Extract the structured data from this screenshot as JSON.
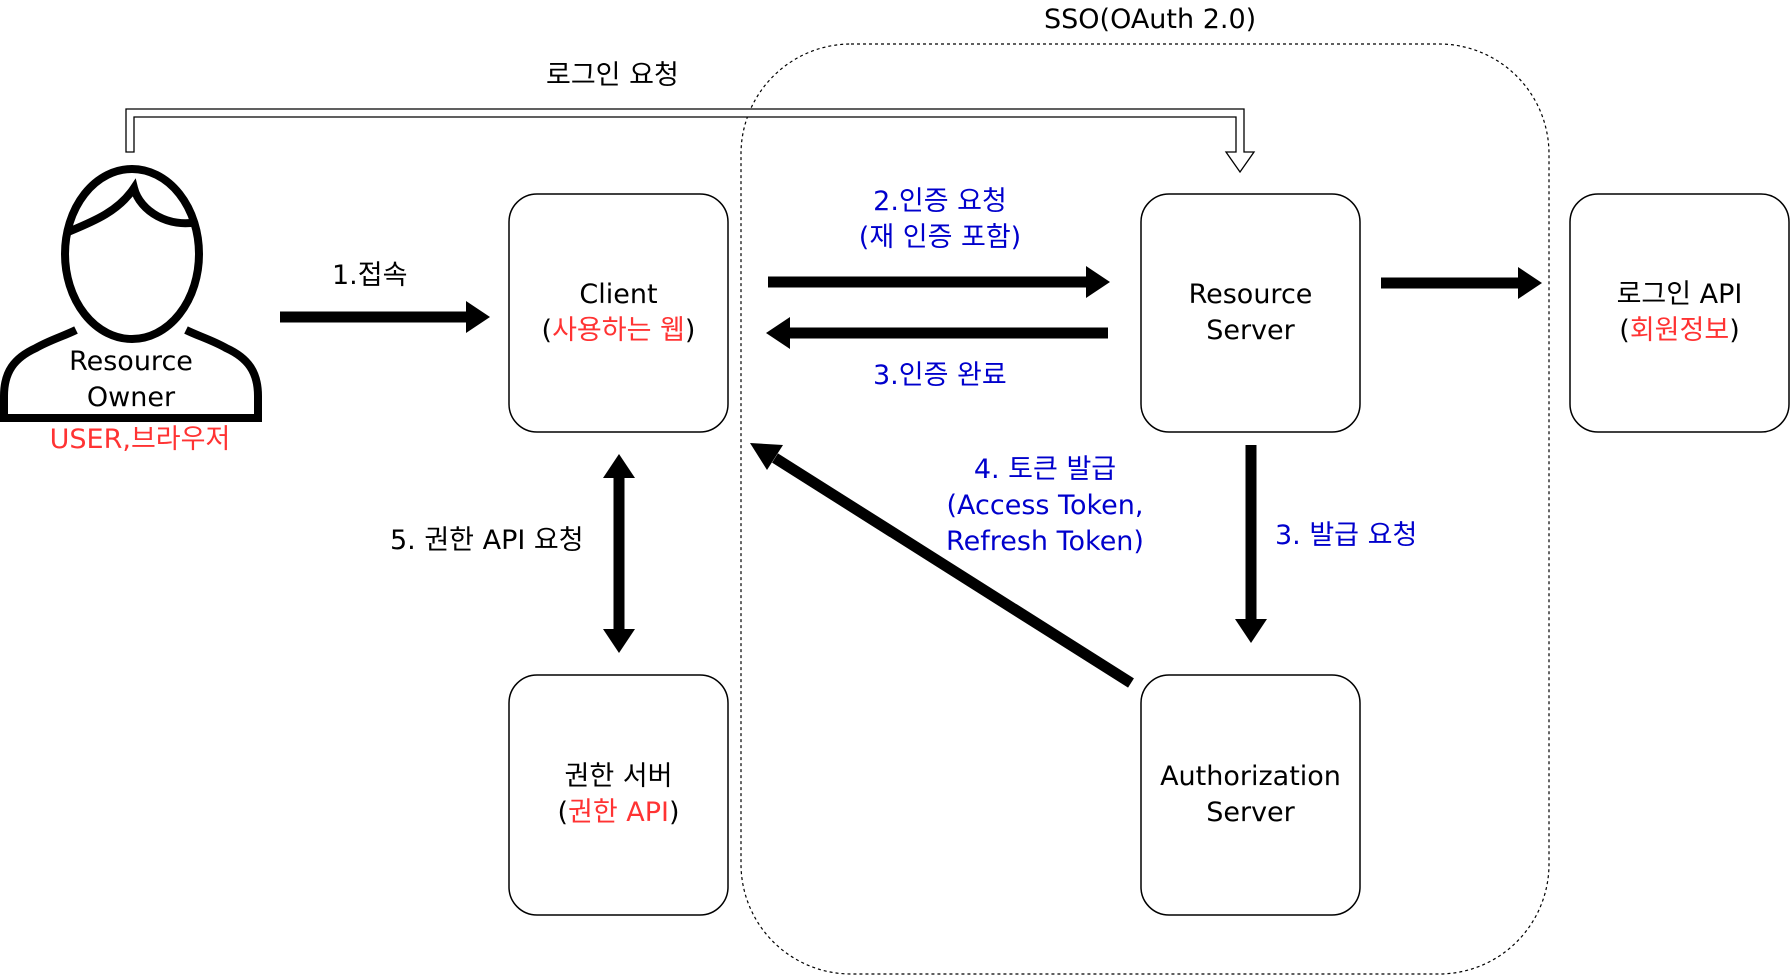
{
  "sso_label": "SSO(OAuth 2.0)",
  "login_request": "로그인 요청",
  "resource_owner": {
    "line1": "Resource",
    "line2": "Owner",
    "sub": "USER,브라우저"
  },
  "client": {
    "line1": "Client",
    "sub_open": "(",
    "sub": "사용하는 웹",
    "sub_close": ")"
  },
  "resource_server": {
    "line1": "Resource",
    "line2": "Server"
  },
  "login_api": {
    "line1": "로그인 API",
    "sub_open": "(",
    "sub": "회원정보",
    "sub_close": ")"
  },
  "auth_server": {
    "line1": "Authorization",
    "line2": "Server"
  },
  "permission_server": {
    "line1": "권한 서버",
    "sub_open": "(",
    "sub": "권한 API",
    "sub_close": ")"
  },
  "edges": {
    "step1": "1.접속",
    "step2_line1": "2.인증 요청",
    "step2_line2": "(재 인증 포함)",
    "step3a": "3.인증 완료",
    "step3b": "3. 발급 요청",
    "step4_line1": "4. 토큰 발급",
    "step4_line2": "(Access Token,",
    "step4_line3": "Refresh Token)",
    "step5": "5. 권한 API 요청"
  },
  "colors": {
    "blue_text": "#0000cc",
    "red_text": "#ff3333",
    "stroke": "#000000"
  }
}
